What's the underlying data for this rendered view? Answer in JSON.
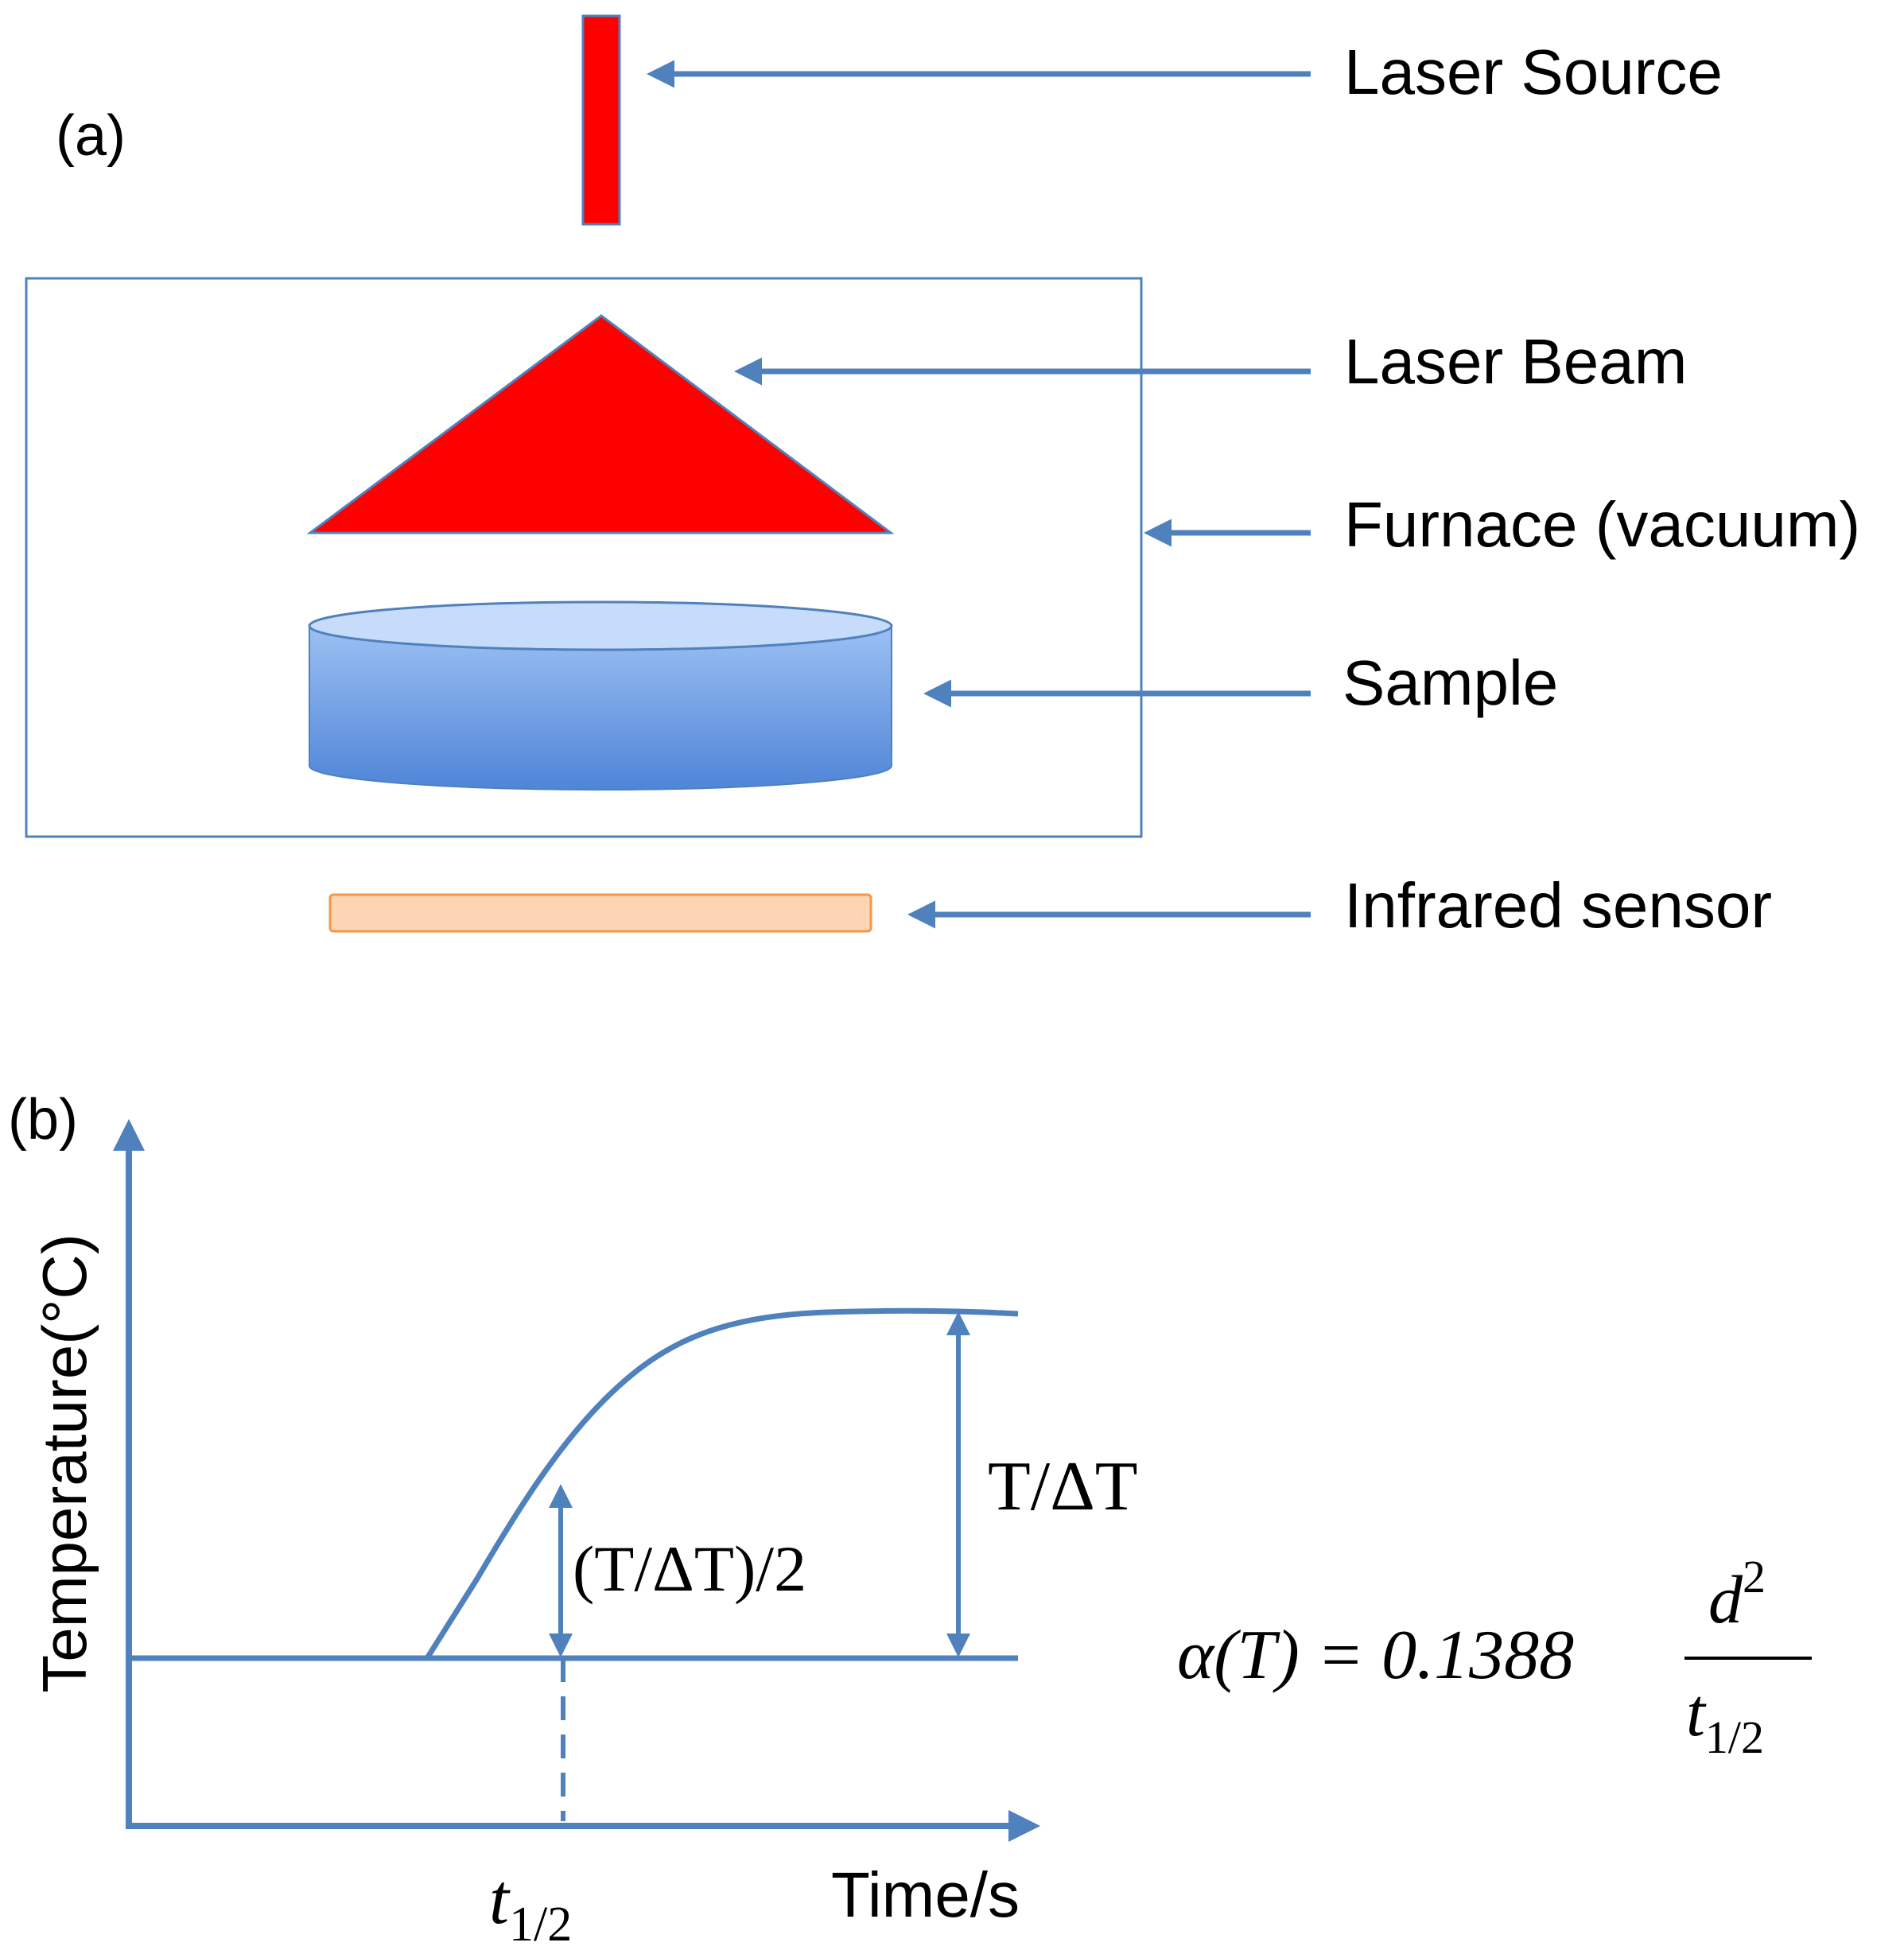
{
  "panel_a": {
    "label": "(a)",
    "callouts": {
      "laser_source": "Laser Source",
      "laser_beam": "Laser Beam",
      "furnace": "Furnace (vacuum)",
      "sample": "Sample",
      "infrared_sensor": "Infrared sensor"
    }
  },
  "panel_b": {
    "label": "(b)",
    "y_axis_label": "Temperature(°C)",
    "x_axis_label": "Time/s",
    "x_tick_label": {
      "base": "t",
      "sub": "1/2"
    },
    "full_rise_label": "T/ΔT",
    "half_rise_label": "(T/ΔT)/2",
    "formula": {
      "lhs": "α(T) = 0.1388",
      "numerator_base": "d",
      "numerator_sup": "2",
      "denominator_base": "t",
      "denominator_sub": "1/2"
    }
  },
  "colors": {
    "arrow_blue": "#4f81bd",
    "laser_red": "#ff0000",
    "sample_top": "#c6dcfa",
    "sample_side_top": "#9cc0f2",
    "sample_side_bottom": "#4f85d8",
    "sensor_fill": "#fcd5b4",
    "sensor_stroke": "#f79646"
  }
}
